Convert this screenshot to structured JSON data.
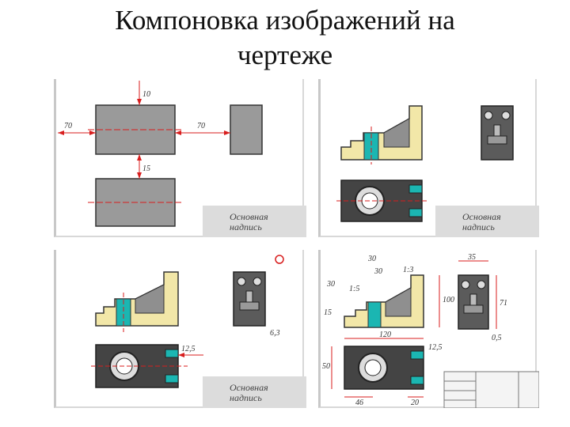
{
  "title": {
    "line1": "Компоновка изображений на",
    "line2": "чертеже"
  },
  "title_block": {
    "line1": "Основная",
    "line2": "надпись"
  },
  "colors": {
    "gray": "#9a9a9a",
    "dark": "#3a3a3a",
    "hatch": "#f2e7a8",
    "teal": "#1bb6b2",
    "red": "#d81e1e",
    "stamp": "#dcdcdc"
  },
  "panel1": {
    "dim_left": "70",
    "dim_mid": "70",
    "dim_top": "10",
    "dim_gap": "15"
  },
  "panel3": {
    "dim_a": "12,5",
    "dim_roughness": "6,3"
  },
  "panel4": {
    "dims": [
      "30",
      "30",
      "1:3",
      "1:5",
      "100",
      "15",
      "30",
      "120",
      "12,5",
      "50",
      "46",
      "20",
      "35",
      "71",
      "0,5"
    ]
  }
}
